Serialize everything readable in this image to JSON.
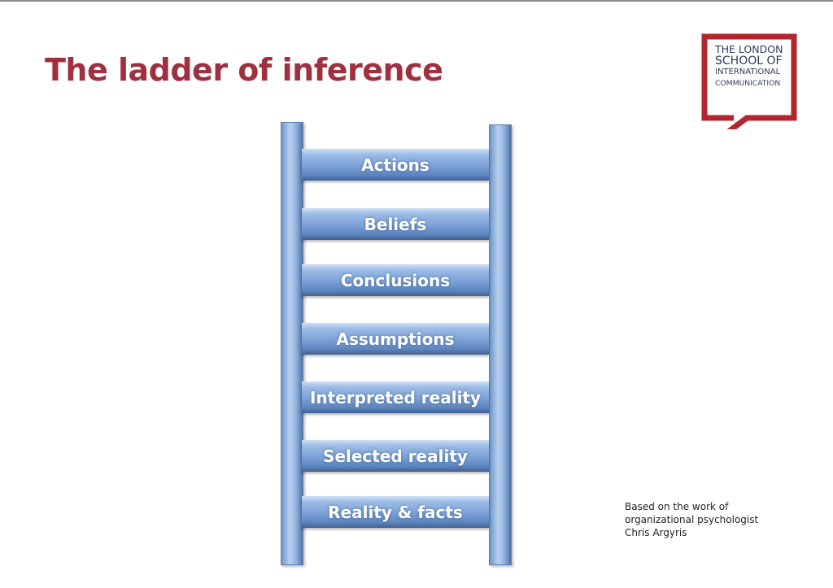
{
  "title": "The ladder of inference",
  "logo": {
    "lines": [
      "THE LONDON",
      "SCHOOL OF",
      "INTERNATIONAL",
      "COMMUNICATION"
    ]
  },
  "rungs": [
    "Actions",
    "Beliefs",
    "Conclusions",
    "Assumptions",
    "Interpreted reality",
    "Selected reality",
    "Reality & facts"
  ],
  "note": [
    "Based on the work of",
    "organizational psychologist",
    "Chris Argyris"
  ],
  "colors": {
    "title": "#a0303f",
    "ladder": "#7aa0d6",
    "logo": "#b3262f"
  }
}
